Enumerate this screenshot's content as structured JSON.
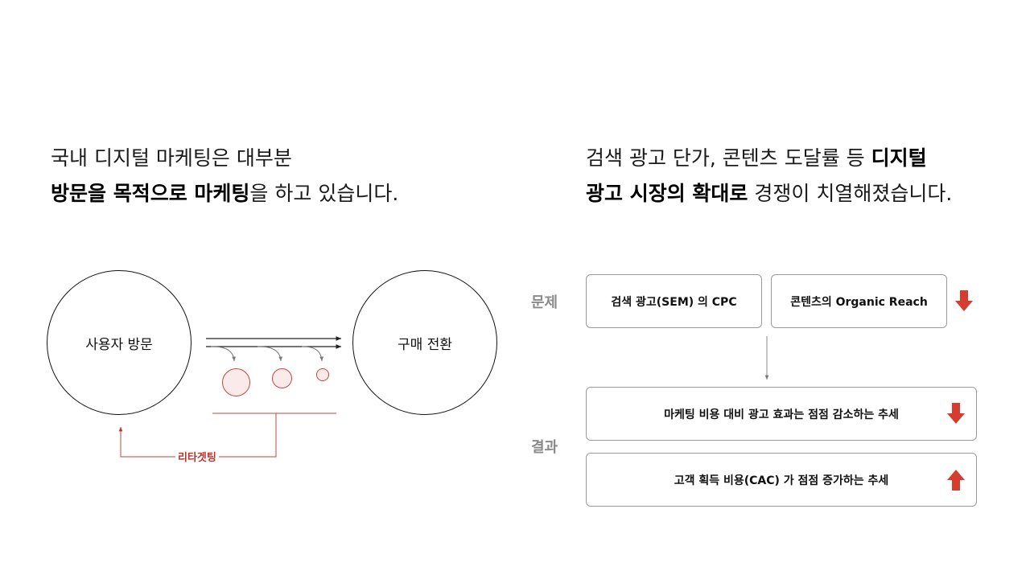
{
  "left_headline": {
    "line1": "국내 디지털 마케팅은 대부분",
    "line2_bold": "방문을 목적으로 마케팅",
    "line2_rest": "을 하고 있습니다."
  },
  "right_headline": {
    "line1_normal": "검색 광고 단가, 콘텐츠 도달률 등 ",
    "line1_bold": "디지털",
    "line2_bold": "광고 시장의 확대로",
    "line2_rest": " 경쟁이 치열해졌습니다."
  },
  "diagram": {
    "visit_label": "사용자 방문",
    "purchase_label": "구매 전환",
    "retarget_label": "리타겟팅"
  },
  "flow": {
    "problem_label": "문제",
    "result_label": "결과",
    "box_cpc": "검색 광고(SEM) 의 CPC",
    "box_reach": "콘텐츠의 Organic Reach",
    "box_efficiency": "마케팅 비용 대비 광고 효과는 점점 감소하는 추세",
    "box_cac": "고객 획득 비용(CAC) 가 점점 증가하는 추세",
    "trend_cpc_reach": "down",
    "trend_efficiency": "down",
    "trend_cac": "up"
  },
  "colors": {
    "accent_red": "#d63d2e",
    "retarget_red": "#b8322b",
    "dot_fill": "#fbeaea"
  }
}
